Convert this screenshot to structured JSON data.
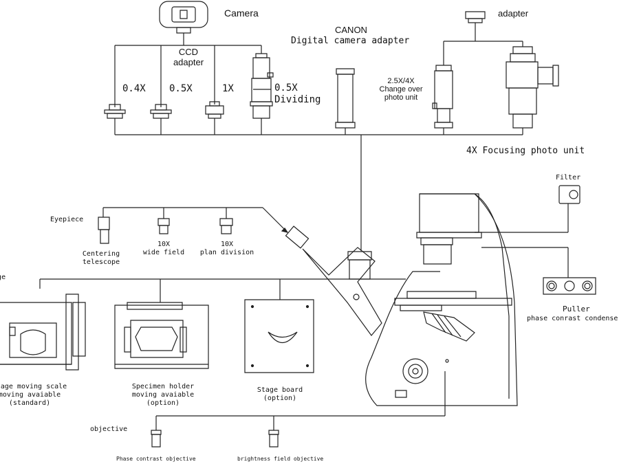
{
  "camera_section": {
    "camera": "Camera",
    "ccd_adapter": "CCD\nadapter",
    "ratio_04x": "0.4X",
    "ratio_05x": "0.5X",
    "ratio_1x": "1X",
    "dividing": "0.5X\nDividing",
    "canon": "CANON",
    "canon_adapter": "Digital camera adapter",
    "changeover": "2.5X/4X\nChange over\nphoto unit",
    "adapter": "adapter",
    "focusing_unit": "4X Focusing photo unit"
  },
  "eyepiece_section": {
    "title": "Eyepiece",
    "centering": "Centering\ntelescope",
    "wide_field": "10X\nwide field",
    "plan_division": "10X\nplan division"
  },
  "stage_section": {
    "title": "Stage",
    "stage_scale": "Stage moving scale\nmoving avaiable\n(standard)",
    "specimen_holder": "Specimen holder\nmoving avaiable\n(option)",
    "stage_board": "Stage board\n(option)"
  },
  "right_section": {
    "filter": "Filter",
    "puller": "Puller",
    "phase_condenser": "phase conrast condenser"
  },
  "objective_section": {
    "title": "objective",
    "phase_objective": "Phase contrast objective",
    "bright_objective": "brightness field objective"
  }
}
